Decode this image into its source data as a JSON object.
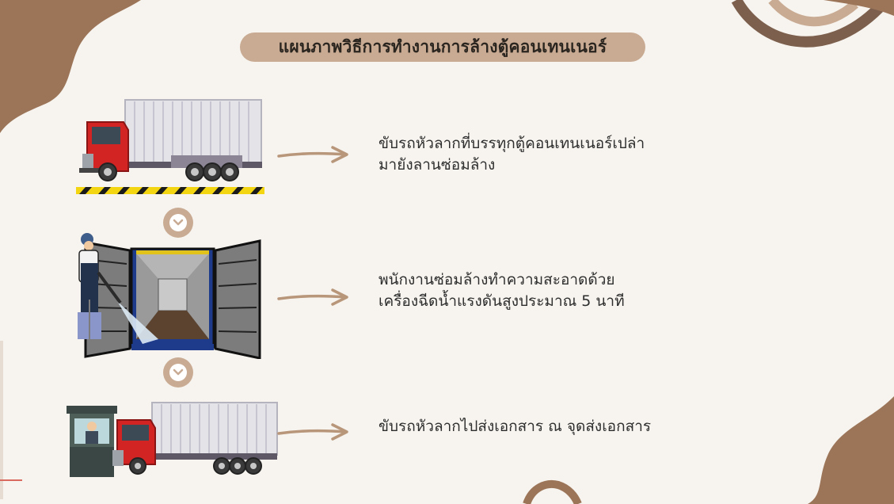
{
  "title": "แผนภาพวิธีการทำงานการล้างตู้คอนเทนเนอร์",
  "steps": [
    {
      "illustration": "truck-with-container-icon",
      "lines": [
        "ขับรถหัวลากที่บรรทุกตู้คอนเทนเนอร์เปล่า",
        "มายังลานซ่อมล้าง"
      ]
    },
    {
      "illustration": "worker-washing-container-icon",
      "lines": [
        "พนักงานซ่อมล้างทำความสะอาดด้วย",
        "เครื่องฉีดน้ำแรงดันสูงประมาณ 5 นาที"
      ]
    },
    {
      "illustration": "guard-booth-truck-icon",
      "lines": [
        "ขับรถหัวลากไปส่งเอกสาร ณ จุดส่งเอกสาร"
      ]
    }
  ],
  "colors": {
    "background": "#f7f4ef",
    "accent_tan": "#c9ab93",
    "accent_brown": "#9c7559",
    "dark_brown": "#7c5f4d",
    "truck_red": "#d32424",
    "text": "#2e2e2e"
  },
  "icons": [
    "chevron-down-icon",
    "right-arrow-icon"
  ]
}
